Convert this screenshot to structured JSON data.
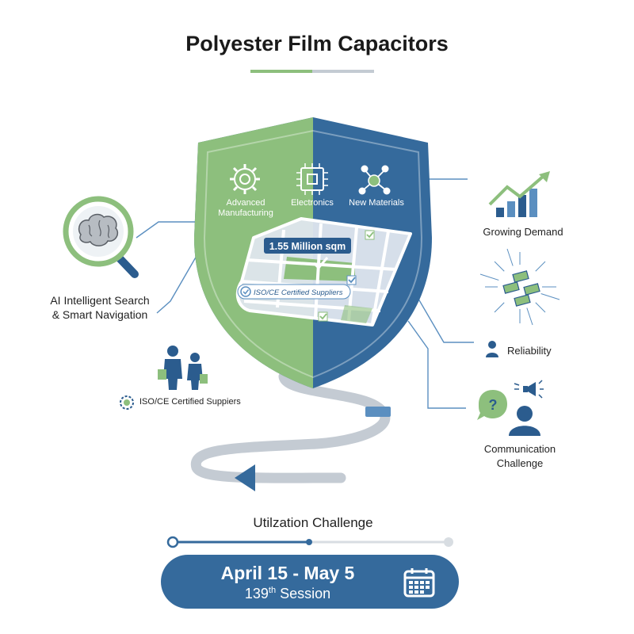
{
  "title": "Polyester Film Capacitors",
  "colors": {
    "green": "#8dbf7d",
    "blue": "#356a9c",
    "dark_blue": "#2b5c8e",
    "grey": "#c4cbd3"
  },
  "shield": {
    "categories": [
      {
        "label": "Advanced Manufacturing",
        "icon": "gear-icon"
      },
      {
        "label": "Electronics",
        "icon": "chip-icon"
      },
      {
        "label": "New Materials",
        "icon": "molecule-icon"
      }
    ],
    "area_badge": "1.55 Million sqm",
    "suppliers_badge": "ISO/CE Certified Suppliers"
  },
  "left": {
    "search_label": "AI Intelligent Search & Smart Navigation",
    "suppliers_label": "ISO/CE Certified Suppiers"
  },
  "right": {
    "demand_label": "Growing Demand",
    "reliability_label": "Reliability",
    "communication_label": "Communication Challenge"
  },
  "progress": {
    "label": "Utilzation Challenge"
  },
  "session": {
    "dates": "April 15 - May 5",
    "number": "139",
    "ordinal": "th",
    "word": "Session"
  }
}
